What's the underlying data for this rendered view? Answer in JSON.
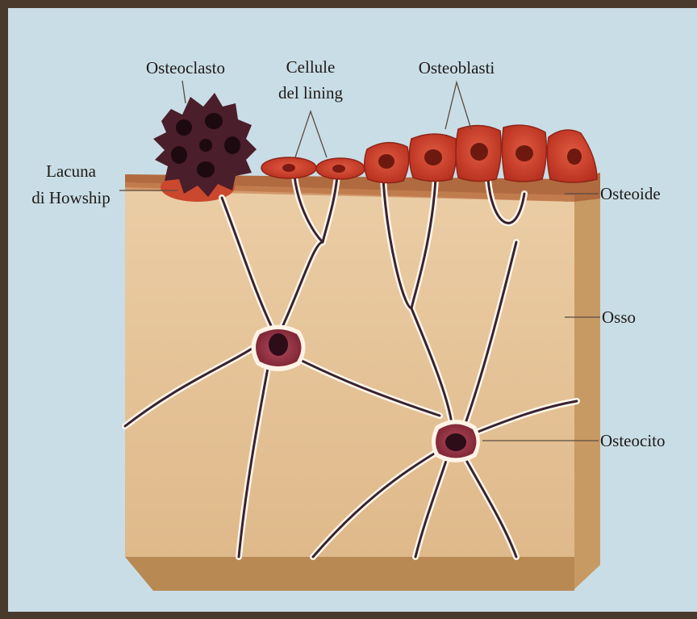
{
  "labels": {
    "osteoclast": "Osteoclasto",
    "lining_line1": "Cellule",
    "lining_line2": "del lining",
    "osteoblasts": "Osteoblasti",
    "howship_line1": "Lacuna",
    "howship_line2": "di Howship",
    "osteoid": "Osteoide",
    "bone": "Osso",
    "osteocyte": "Osteocito"
  },
  "colors": {
    "background": "#c9dde6",
    "frame": "#4a3a2e",
    "bone_front": "#e6c59b",
    "bone_side": "#c89a63",
    "bone_bottom": "#b88952",
    "osteoid": "#b06a3f",
    "osteoblast": "#c63b2a",
    "osteoclast": "#4a1e2a",
    "osteocyte": "#8e2f3e"
  }
}
